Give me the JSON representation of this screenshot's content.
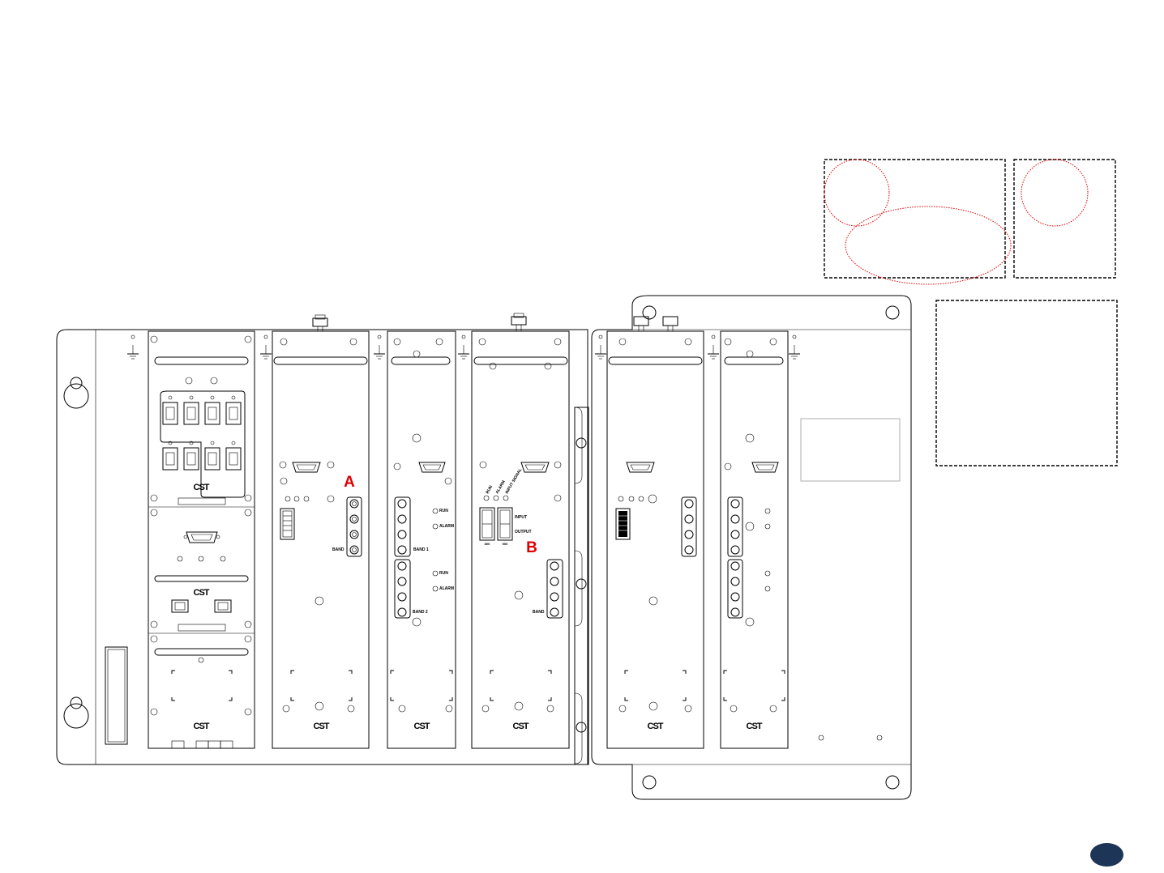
{
  "markers": {
    "a": "A",
    "b": "B"
  },
  "brand": {
    "logo_text": "CST"
  },
  "labels": {
    "band": "BAND",
    "band_1": "BAND 1",
    "band_2": "BAND 2",
    "run": "RUN",
    "alarm": "ALARM",
    "run_2": "RUN",
    "alarm_2": "ALARM",
    "input": "INPUT",
    "output": "OUTPUT",
    "led_run": "RUN",
    "led_alarm": "ALARM",
    "led_input_sig": "INPUT SIGNAL",
    "port_a": "800",
    "port_b": "900"
  },
  "colors": {
    "marker": "#e00000",
    "callout": "#e00000",
    "badge": "#1d3557",
    "line": "#000000"
  }
}
